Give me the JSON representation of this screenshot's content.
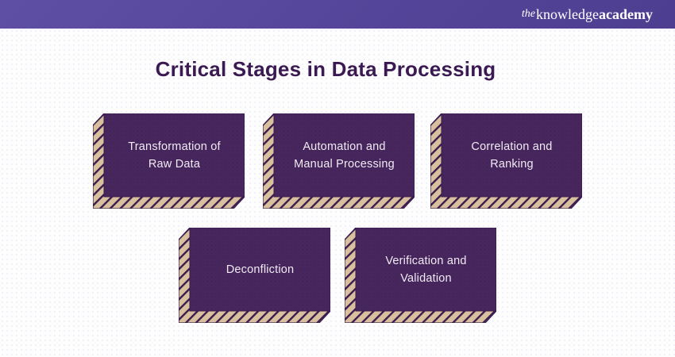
{
  "header": {
    "logo_the": "the",
    "logo_knowledge": "knowledge",
    "logo_academy": "academy"
  },
  "title": "Critical Stages in Data Processing",
  "stages": [
    {
      "label": "Transformation of\nRaw Data"
    },
    {
      "label": "Automation and\nManual Processing"
    },
    {
      "label": "Correlation and\nRanking"
    },
    {
      "label": "Deconfliction"
    },
    {
      "label": "Verification and\nValidation"
    }
  ],
  "colors": {
    "header_bar": "#55459a",
    "box_face": "#46265c",
    "box_edge_tan": "#d8bf9d",
    "hatch_line": "#3a1c4e",
    "title_text": "#3b1a52",
    "box_label_text": "#f1eaf4",
    "background": "#fdfdfe"
  }
}
